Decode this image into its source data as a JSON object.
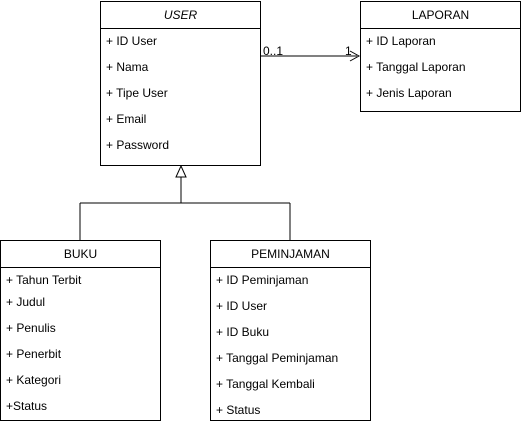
{
  "classes": {
    "user": {
      "name": "USER",
      "attributes": [
        "+ ID User",
        "+ Nama",
        "+ Tipe User",
        "+ Email",
        "+ Password"
      ]
    },
    "laporan": {
      "name": "LAPORAN",
      "attributes": [
        "+ ID Laporan",
        "+ Tanggal Laporan",
        "+ Jenis Laporan"
      ]
    },
    "buku": {
      "name": "BUKU",
      "attributes": [
        "+ Tahun Terbit",
        "+ Judul",
        "+ Penulis",
        "+ Penerbit",
        "+ Kategori",
        "+Status"
      ]
    },
    "peminjaman": {
      "name": "PEMINJAMAN",
      "attributes": [
        "+ ID Peminjaman",
        "+ ID User",
        "+ ID Buku",
        "+ Tanggal Peminjaman",
        "+ Tanggal Kembali",
        "+ Status"
      ]
    }
  },
  "association": {
    "source_multiplicity": "0..1",
    "target_multiplicity": "1"
  }
}
